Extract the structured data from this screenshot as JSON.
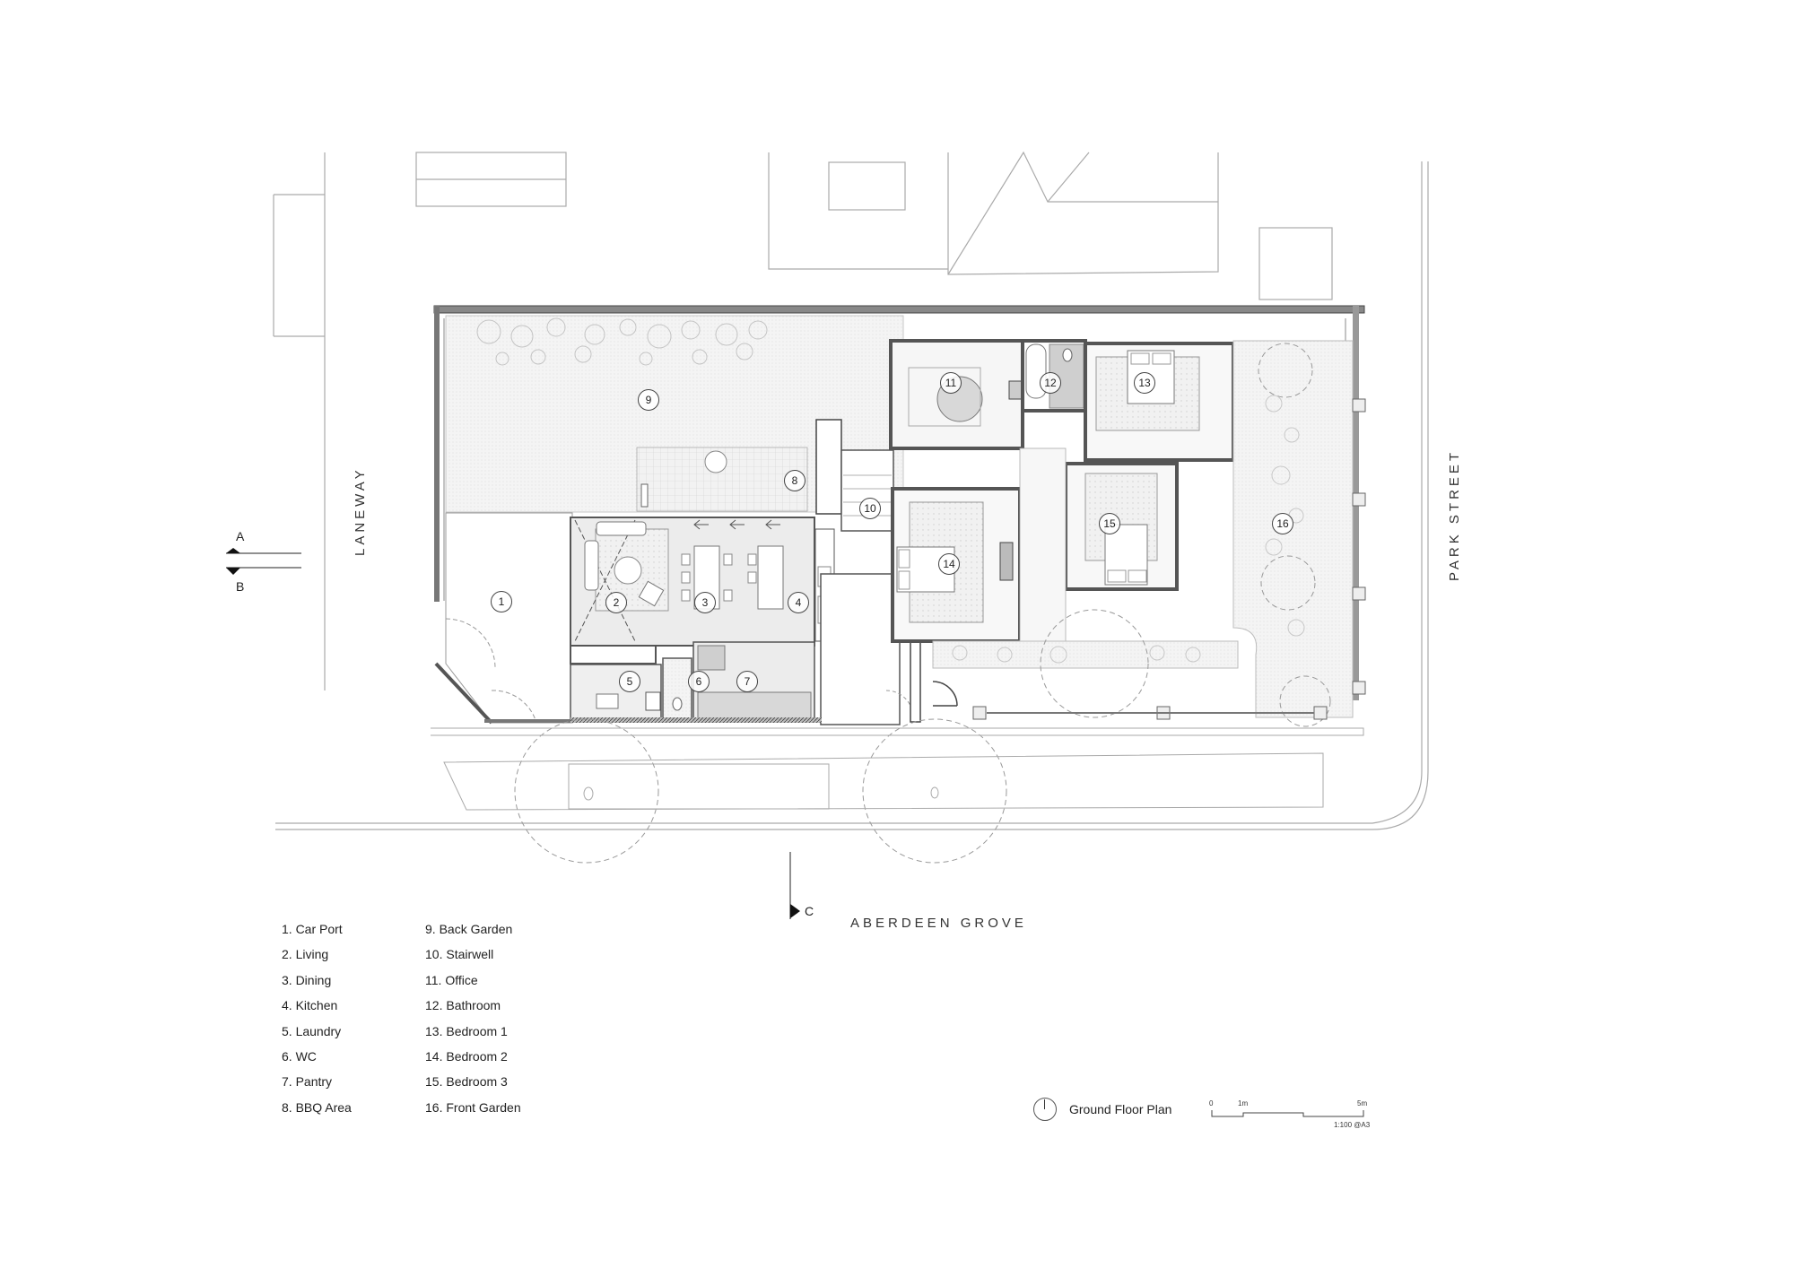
{
  "drawing": {
    "title": "Ground Floor Plan",
    "scale_note": "1:100 @A3",
    "scale_bar": {
      "ticks": [
        "0",
        "1m",
        "5m"
      ]
    }
  },
  "streets": {
    "laneway": "LANEWAY",
    "aberdeen": "ABERDEEN GROVE",
    "park": "PARK STREET"
  },
  "section_markers": {
    "a": "A",
    "b": "B",
    "c": "C"
  },
  "legend": {
    "col1": [
      "1. Car Port",
      "2. Living",
      "3. Dining",
      "4. Kitchen",
      "5. Laundry",
      "6. WC",
      "7. Pantry",
      "8. BBQ Area"
    ],
    "col2": [
      "9. Back Garden",
      "10. Stairwell",
      "11. Office",
      "12. Bathroom",
      "13. Bedroom 1",
      "14. Bedroom 2",
      "15. Bedroom 3",
      "16. Front Garden"
    ]
  },
  "room_tags": [
    "1",
    "2",
    "3",
    "4",
    "5",
    "6",
    "7",
    "8",
    "9",
    "10",
    "11",
    "12",
    "13",
    "14",
    "15",
    "16"
  ],
  "colors": {
    "wall": "#555555",
    "floor_tint": "#eeeeee",
    "garden_tint": "#f3f3f3",
    "line": "#888888"
  }
}
